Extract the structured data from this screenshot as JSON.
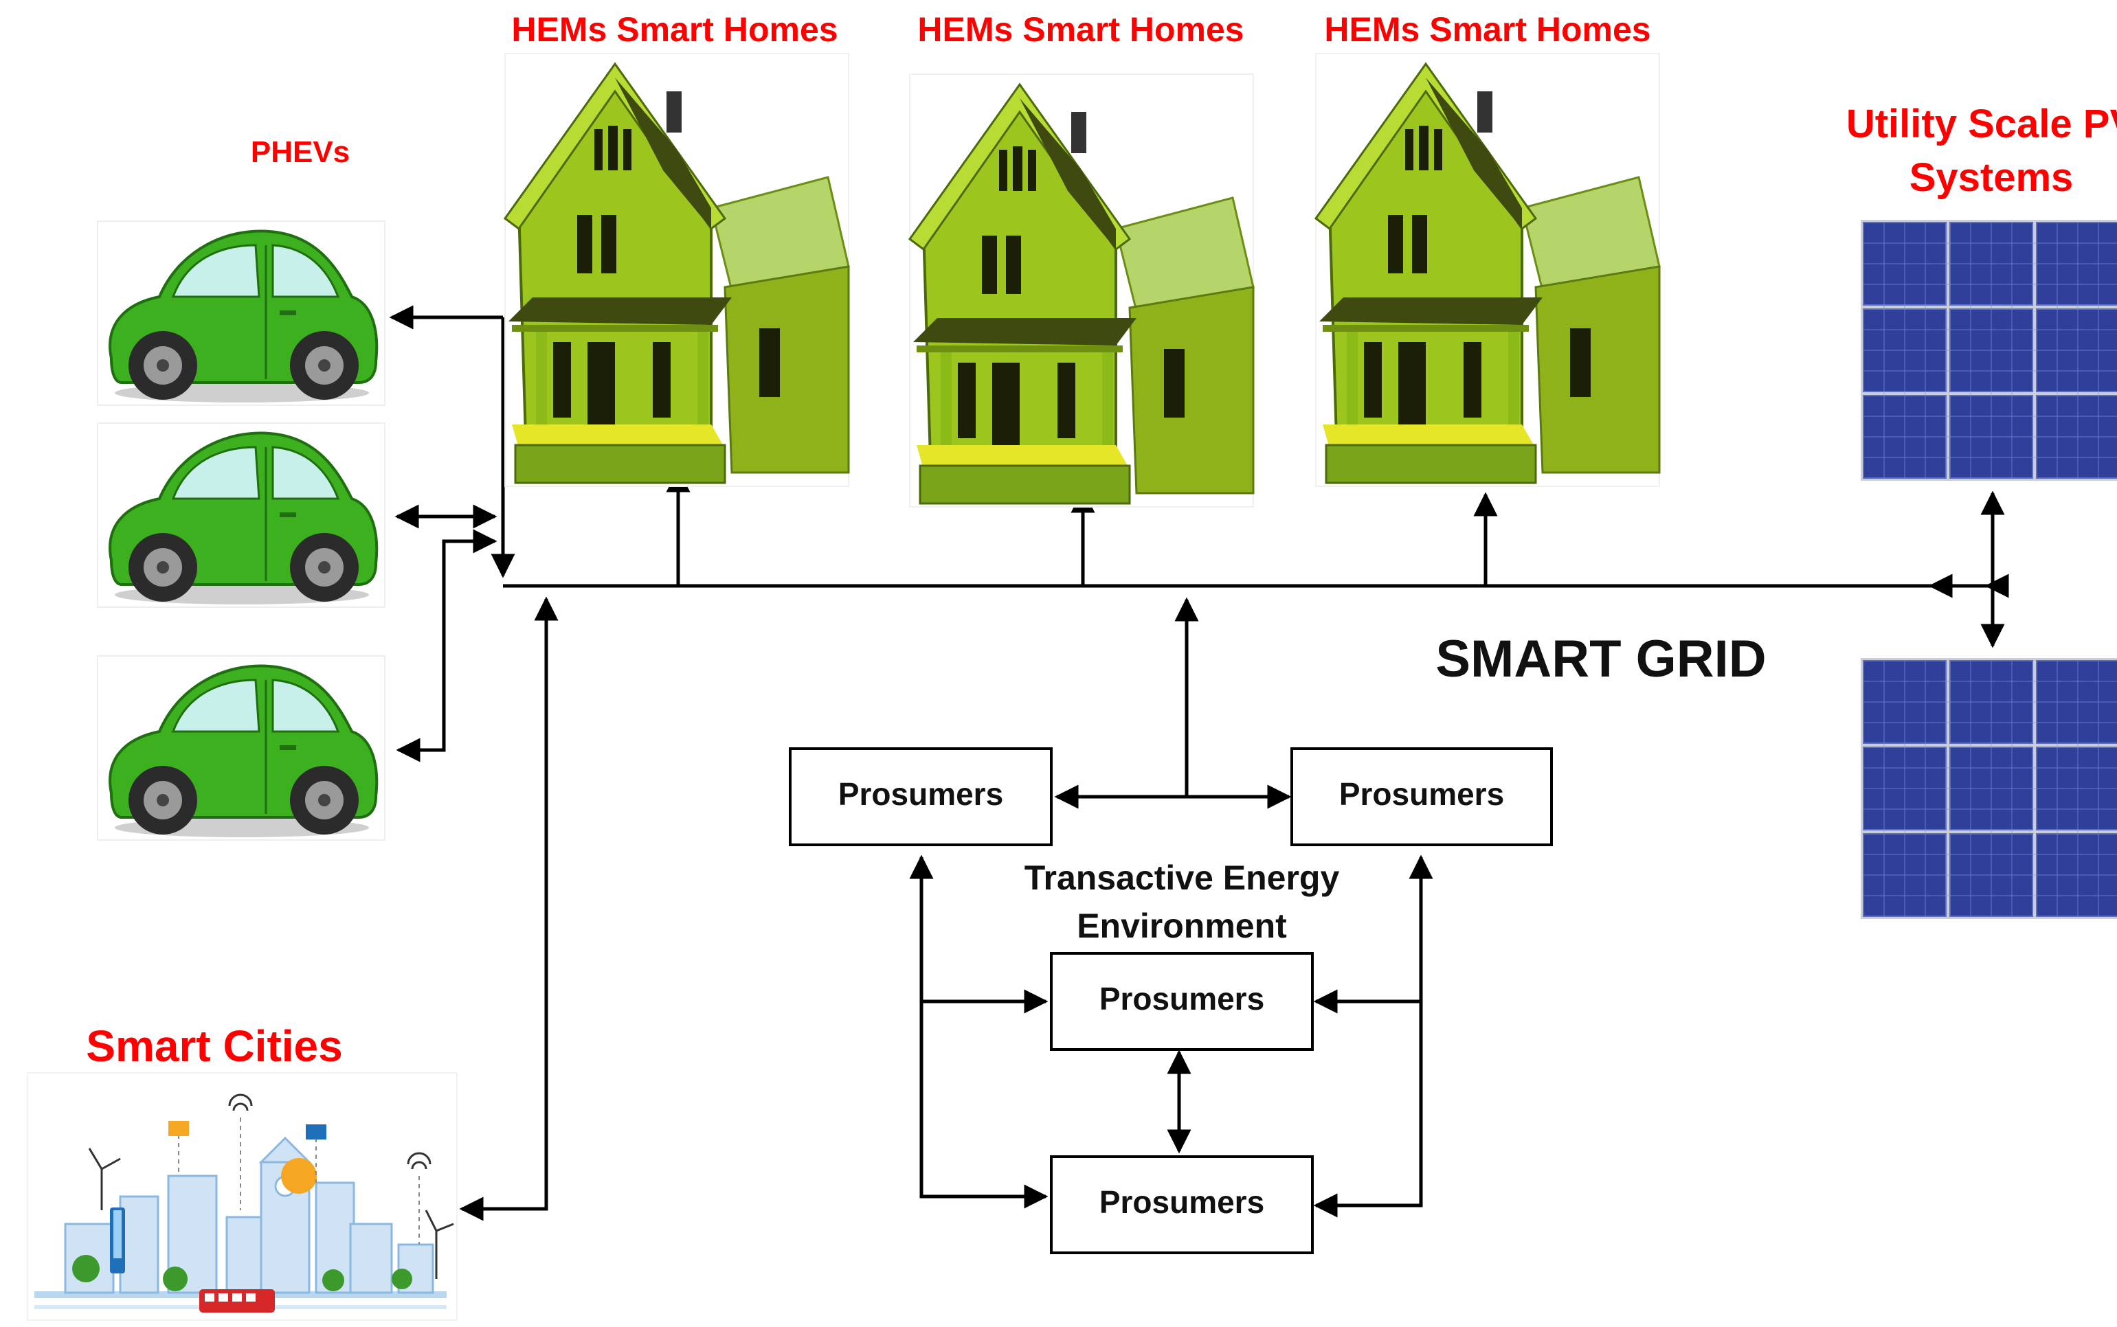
{
  "labels": {
    "phevs": "PHEVs",
    "home_1": "HEMs Smart Homes",
    "home_2": "HEMs Smart Homes",
    "home_3": "HEMs Smart Homes",
    "pv_line1": "Utility Scale PV",
    "pv_line2": "Systems",
    "smart_grid": "SMART GRID",
    "smart_cities": "Smart Cities",
    "te_line1": "Transactive Energy",
    "te_line2": "Environment"
  },
  "prosumers": {
    "top_left": "Prosumers",
    "top_right": "Prosumers",
    "middle": "Prosumers",
    "bottom": "Prosumers"
  },
  "colors": {
    "label_red": "#ff0000",
    "car_green": "#3cb01e",
    "house_green": "#9cc61e",
    "panel_blue": "#2f3f9a"
  },
  "icons": [
    "car-icon",
    "house-icon",
    "solar-panel-icon",
    "city-icon"
  ]
}
